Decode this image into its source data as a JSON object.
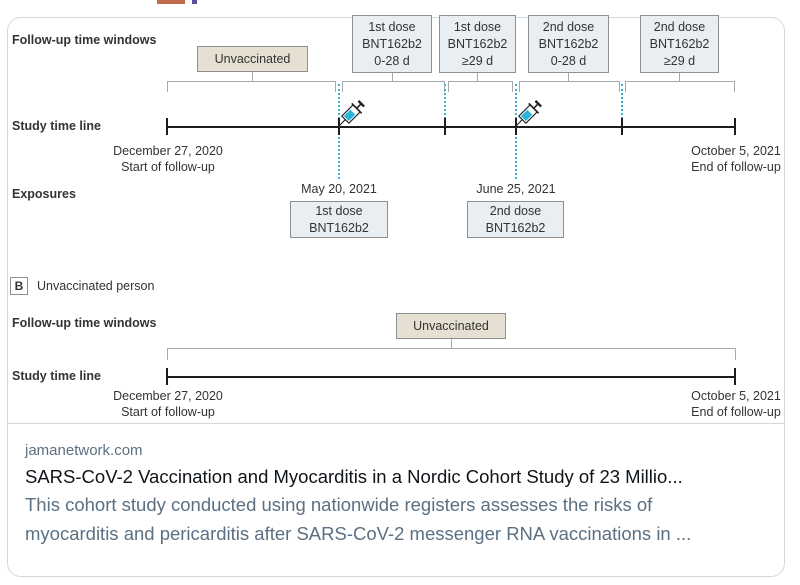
{
  "colors": {
    "accent_dotted": "#35b4dc",
    "beige_box": "#e6e0d2",
    "blue_box": "#e8eef2",
    "box_border": "#8f8f8f",
    "card_border": "#cfd9de",
    "title_text": "#0f1419",
    "muted_text": "#5b7083",
    "fragment_orange": "#bf6a4d",
    "fragment_purple": "#55519b",
    "syringe_fluid": "#29b6d8"
  },
  "figure": {
    "panel_a": {
      "row_labels": {
        "follow_up": "Follow-up time windows",
        "timeline": "Study time line",
        "exposures": "Exposures"
      },
      "windows": [
        {
          "line1": "Unvaccinated",
          "line2": "",
          "line3": ""
        },
        {
          "line1": "1st dose",
          "line2": "BNT162b2",
          "line3": "0-28 d"
        },
        {
          "line1": "1st dose",
          "line2": "BNT162b2",
          "line3": "≥29 d"
        },
        {
          "line1": "2nd dose",
          "line2": "BNT162b2",
          "line3": "0-28 d"
        },
        {
          "line1": "2nd dose",
          "line2": "BNT162b2",
          "line3": "≥29 d"
        }
      ],
      "timeline": {
        "start_date": "December 27, 2020",
        "start_label": "Start of follow-up",
        "end_date": "October 5, 2021",
        "end_label": "End of follow-up"
      },
      "exposures": [
        {
          "date": "May 20, 2021",
          "line1": "1st dose",
          "line2": "BNT162b2"
        },
        {
          "date": "June 25, 2021",
          "line1": "2nd dose",
          "line2": "BNT162b2"
        }
      ]
    },
    "panel_b": {
      "panel_letter": "B",
      "panel_title": "Unvaccinated person",
      "row_labels": {
        "follow_up": "Follow-up time windows",
        "timeline": "Study time line"
      },
      "window": "Unvaccinated",
      "timeline": {
        "start_date": "December 27, 2020",
        "start_label": "Start of follow-up",
        "end_date": "October 5, 2021",
        "end_label": "End of follow-up"
      }
    }
  },
  "link_card": {
    "domain": "jamanetwork.com",
    "title": "SARS-CoV-2 Vaccination and Myocarditis in a Nordic Cohort Study of 23 Millio...",
    "description_line1": "This cohort study conducted using nationwide registers assesses the risks of",
    "description_line2": "myocarditis and pericarditis after SARS-CoV-2 messenger RNA vaccinations in ..."
  }
}
